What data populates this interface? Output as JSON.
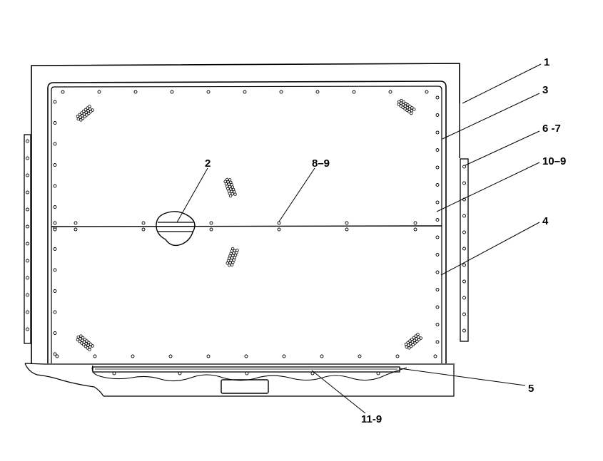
{
  "diagram": {
    "callouts": [
      {
        "id": "c1",
        "text": "1"
      },
      {
        "id": "c3",
        "text": "3"
      },
      {
        "id": "c67",
        "text": "6 -7"
      },
      {
        "id": "c109",
        "text": "10–9"
      },
      {
        "id": "c4",
        "text": "4"
      },
      {
        "id": "c2",
        "text": "2"
      },
      {
        "id": "c89",
        "text": "8–9"
      },
      {
        "id": "c5",
        "text": "5"
      },
      {
        "id": "c119",
        "text": "11-9"
      }
    ]
  }
}
